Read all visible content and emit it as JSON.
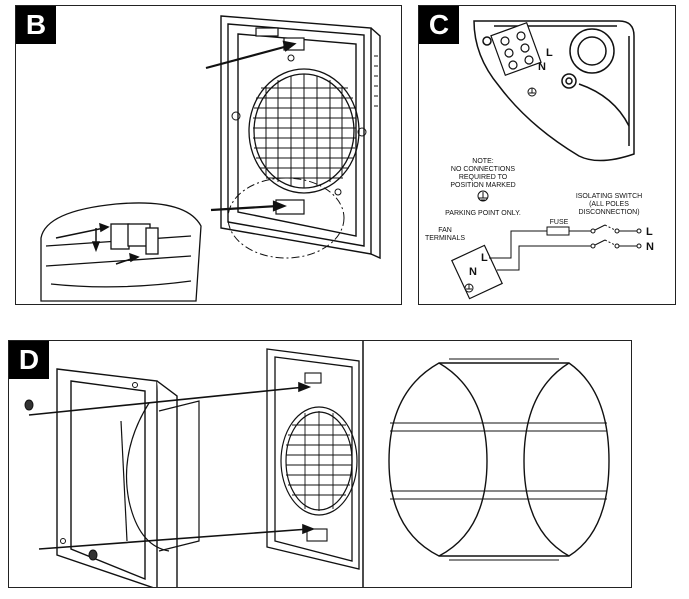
{
  "panels": {
    "b": {
      "tag": "B"
    },
    "c": {
      "tag": "C"
    },
    "d": {
      "tag": "D"
    }
  },
  "wiring": {
    "terminal_block_live": "L",
    "terminal_block_neutral": "N",
    "note_lines": [
      "NOTE:",
      "NO CONNECTIONS",
      "REQUIRED TO",
      "POSITION MARKED"
    ],
    "parking_label": "PARKING POINT ONLY.",
    "isolating_switch_lines": [
      "ISOLATING SWITCH",
      "(ALL POLES",
      "DISCONNECTION)"
    ],
    "fuse_label": "FUSE",
    "fan_terminals_lines": [
      "FAN",
      "TERMINALS"
    ],
    "fan_live": "L",
    "fan_neutral": "N",
    "supply_live": "L",
    "supply_neutral": "N"
  }
}
